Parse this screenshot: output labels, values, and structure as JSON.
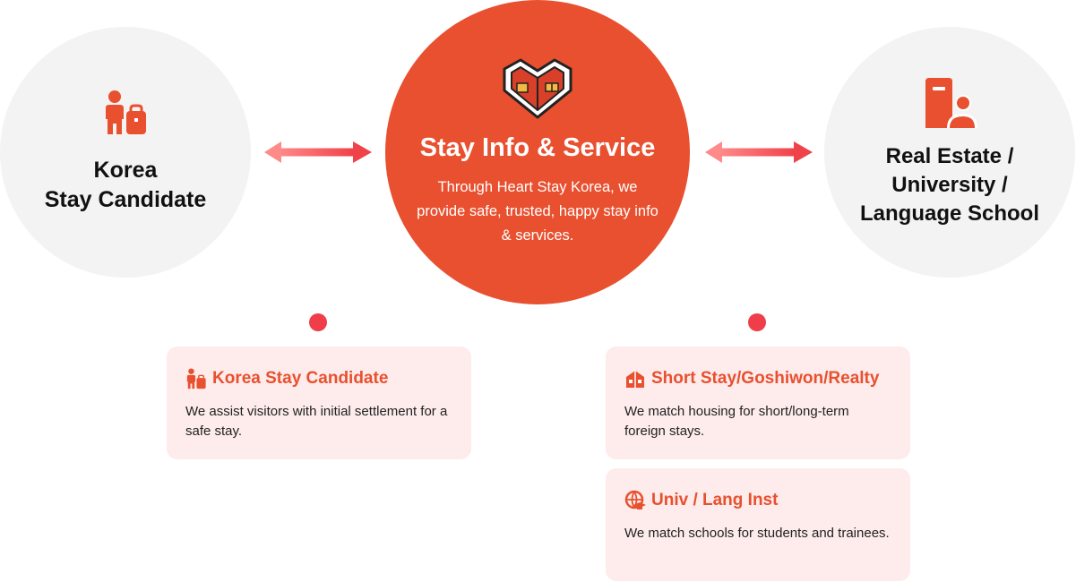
{
  "colors": {
    "accent": "#e8502f",
    "side_circle_bg": "#f3f3f3",
    "card_bg": "#fdeceb",
    "arrow": "#f25c5c"
  },
  "left_node": {
    "title": "Korea\nStay Candidate",
    "icon": "person-with-bag-icon"
  },
  "center_node": {
    "title": "Stay Info & Service",
    "description": "Through Heart Stay Korea, we provide safe, trusted, happy stay info & services.",
    "icon": "heart-house-logo"
  },
  "right_node": {
    "title": "Real Estate /\nUniversity /\nLanguage School",
    "icon": "building-person-icon"
  },
  "cards": [
    {
      "title": "Korea Stay Candidate",
      "description": "We assist visitors with initial settlement for a safe stay.",
      "icon": "person-with-bag-icon"
    },
    {
      "title": "Short Stay/Goshiwon/Realty",
      "description": "We match housing for short/long-term foreign stays.",
      "icon": "house-icon"
    },
    {
      "title": "Univ / Lang Inst",
      "description": "We match schools for students and trainees.",
      "icon": "globe-graduation-icon"
    }
  ]
}
